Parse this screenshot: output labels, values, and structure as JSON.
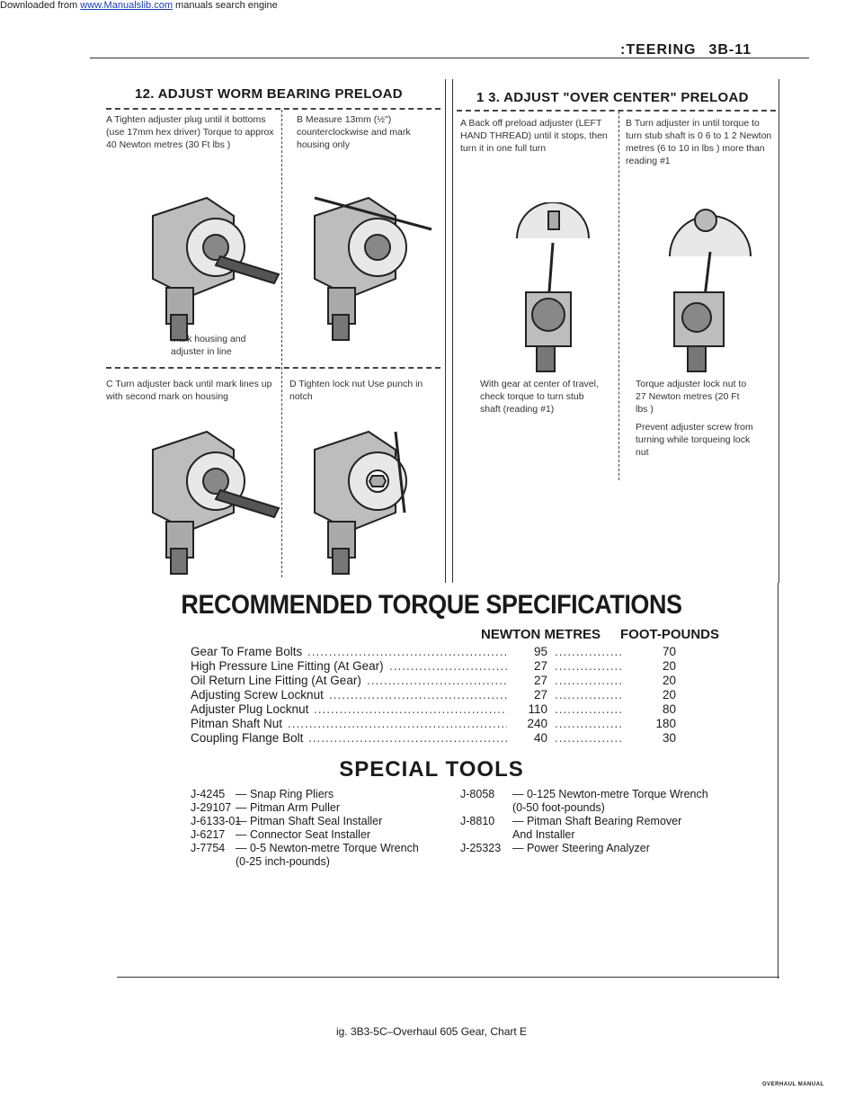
{
  "banner": {
    "prefix": "Downloaded from ",
    "link": "www.Manualslib.com",
    "suffix": " manuals search engine"
  },
  "page_header": {
    "title": ":TEERING",
    "number": "3B-11"
  },
  "section12": {
    "title": "12.  ADJUST WORM BEARING PRELOAD",
    "stepA": "A  Tighten adjuster plug until it bottoms (use 17mm hex driver) Torque to approx 40 Newton metres (30 Ft lbs )",
    "stepB": "B  Measure 13mm (½\") counterclockwise and mark housing only",
    "noteA": "Mark housing and adjuster in line",
    "stepC": "C  Turn adjuster back until mark lines up with second mark on housing",
    "stepD": "D  Tighten lock nut  Use punch in notch"
  },
  "section13": {
    "title": "1 3.  ADJUST \"OVER CENTER\" PRELOAD",
    "stepA": "A  Back off preload adjuster (LEFT HAND THREAD) until it stops, then turn it in one full turn",
    "stepB": "B  Turn adjuster in until torque to turn stub shaft is 0 6 to 1 2 Newton metres (6 to 10 in  lbs ) more than reading #1",
    "noteA": "With gear at center of travel, check torque to turn stub shaft (reading #1)",
    "noteB": "Torque adjuster lock nut to 27 Newton metres (20 Ft lbs )",
    "noteB2": "Prevent adjuster screw from turning while torqueing lock nut"
  },
  "torque": {
    "title": "RECOMMENDED TORQUE SPECIFICATIONS",
    "col_nm": "NEWTON METRES",
    "col_fp": "FOOT-POUNDS",
    "rows": [
      {
        "name": "Gear To Frame Bolts",
        "nm": "95",
        "fp": "70"
      },
      {
        "name": "High Pressure Line Fitting (At Gear)",
        "nm": "27",
        "fp": "20"
      },
      {
        "name": "Oil Return Line Fitting (At Gear)",
        "nm": "27",
        "fp": "20"
      },
      {
        "name": "Adjusting Screw Locknut",
        "nm": "27",
        "fp": "20"
      },
      {
        "name": "Adjuster Plug Locknut",
        "nm": "110",
        "fp": "80"
      },
      {
        "name": "Pitman Shaft Nut",
        "nm": "240",
        "fp": "180"
      },
      {
        "name": "Coupling Flange Bolt",
        "nm": "40",
        "fp": "30"
      }
    ]
  },
  "tools": {
    "title": "SPECIAL TOOLS",
    "left": [
      {
        "id": "J-4245",
        "desc": "—  Snap Ring Pliers"
      },
      {
        "id": "J-29107",
        "desc": "—  Pitman Arm Puller"
      },
      {
        "id": "J-6133-01",
        "desc": "—  Pitman Shaft Seal Installer"
      },
      {
        "id": "J-6217",
        "desc": "—  Connector Seat Installer"
      },
      {
        "id": "J-7754",
        "desc": "—  0-5 Newton-metre Torque Wrench"
      },
      {
        "id": "",
        "desc": "(0-25 inch-pounds)"
      }
    ],
    "right": [
      {
        "id": "J-8058",
        "desc": "—  0-125 Newton-metre Torque Wrench"
      },
      {
        "id": "",
        "desc": "(0-50 foot-pounds)"
      },
      {
        "id": "J-8810",
        "desc": "—  Pitman Shaft Bearing Remover"
      },
      {
        "id": "",
        "desc": "And Installer"
      },
      {
        "id": "J-25323",
        "desc": "—  Power Steering Analyzer"
      }
    ]
  },
  "caption": "ig. 3B3-5C–Overhaul 605 Gear, Chart E",
  "footer": "OVERHAUL MANUAL",
  "colors": {
    "ink": "#1a1a1a",
    "link": "#1a3fb0"
  }
}
